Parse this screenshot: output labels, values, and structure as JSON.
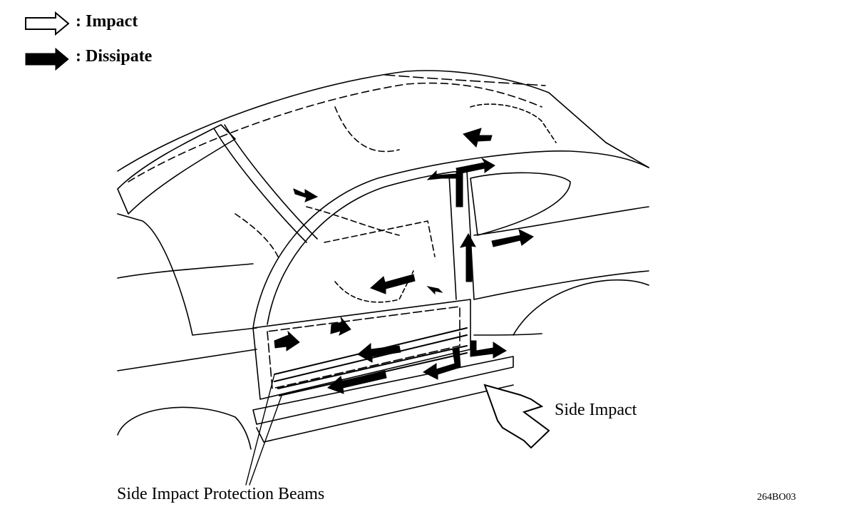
{
  "legend": {
    "impact_label": ": Impact",
    "dissipate_label": ": Dissipate"
  },
  "callouts": {
    "side_impact": "Side Impact",
    "beams": "Side Impact Protection Beams"
  },
  "figure_id": "264BO03",
  "colors": {
    "line": "#000000",
    "background": "#ffffff"
  }
}
